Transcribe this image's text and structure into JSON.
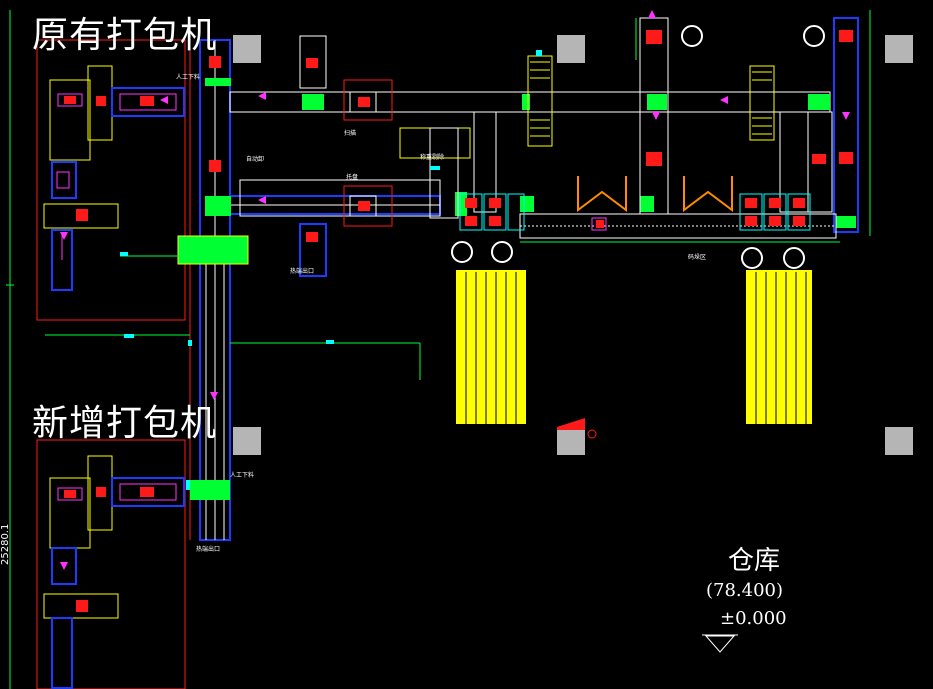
{
  "labels": {
    "existing_packer": "原有打包机",
    "new_packer": "新增打包机",
    "warehouse": "仓库",
    "elevation_paren": "(78.400)",
    "elevation_zero": "±0.000",
    "side_dimension": "25280.1"
  },
  "annotations": {
    "manual_top": "人工下料",
    "manual_bottom": "人工下料",
    "out_bottom": "热端出口",
    "out_mid": "热端出口",
    "auto_pack": "自动卸",
    "pallet": "托盘",
    "weigh": "称重剔除",
    "scan": "扫描",
    "stack": "码垛区"
  },
  "colors": {
    "background": "#000000",
    "conveyor_white": "#ffffff",
    "frame_blue": "#1a3cff",
    "green": "#00ff33",
    "yellow": "#ffff00",
    "red": "#ff1a1a",
    "magenta": "#ff33ff",
    "cyan": "#00ffff",
    "gray_block": "#b5b5b5"
  }
}
